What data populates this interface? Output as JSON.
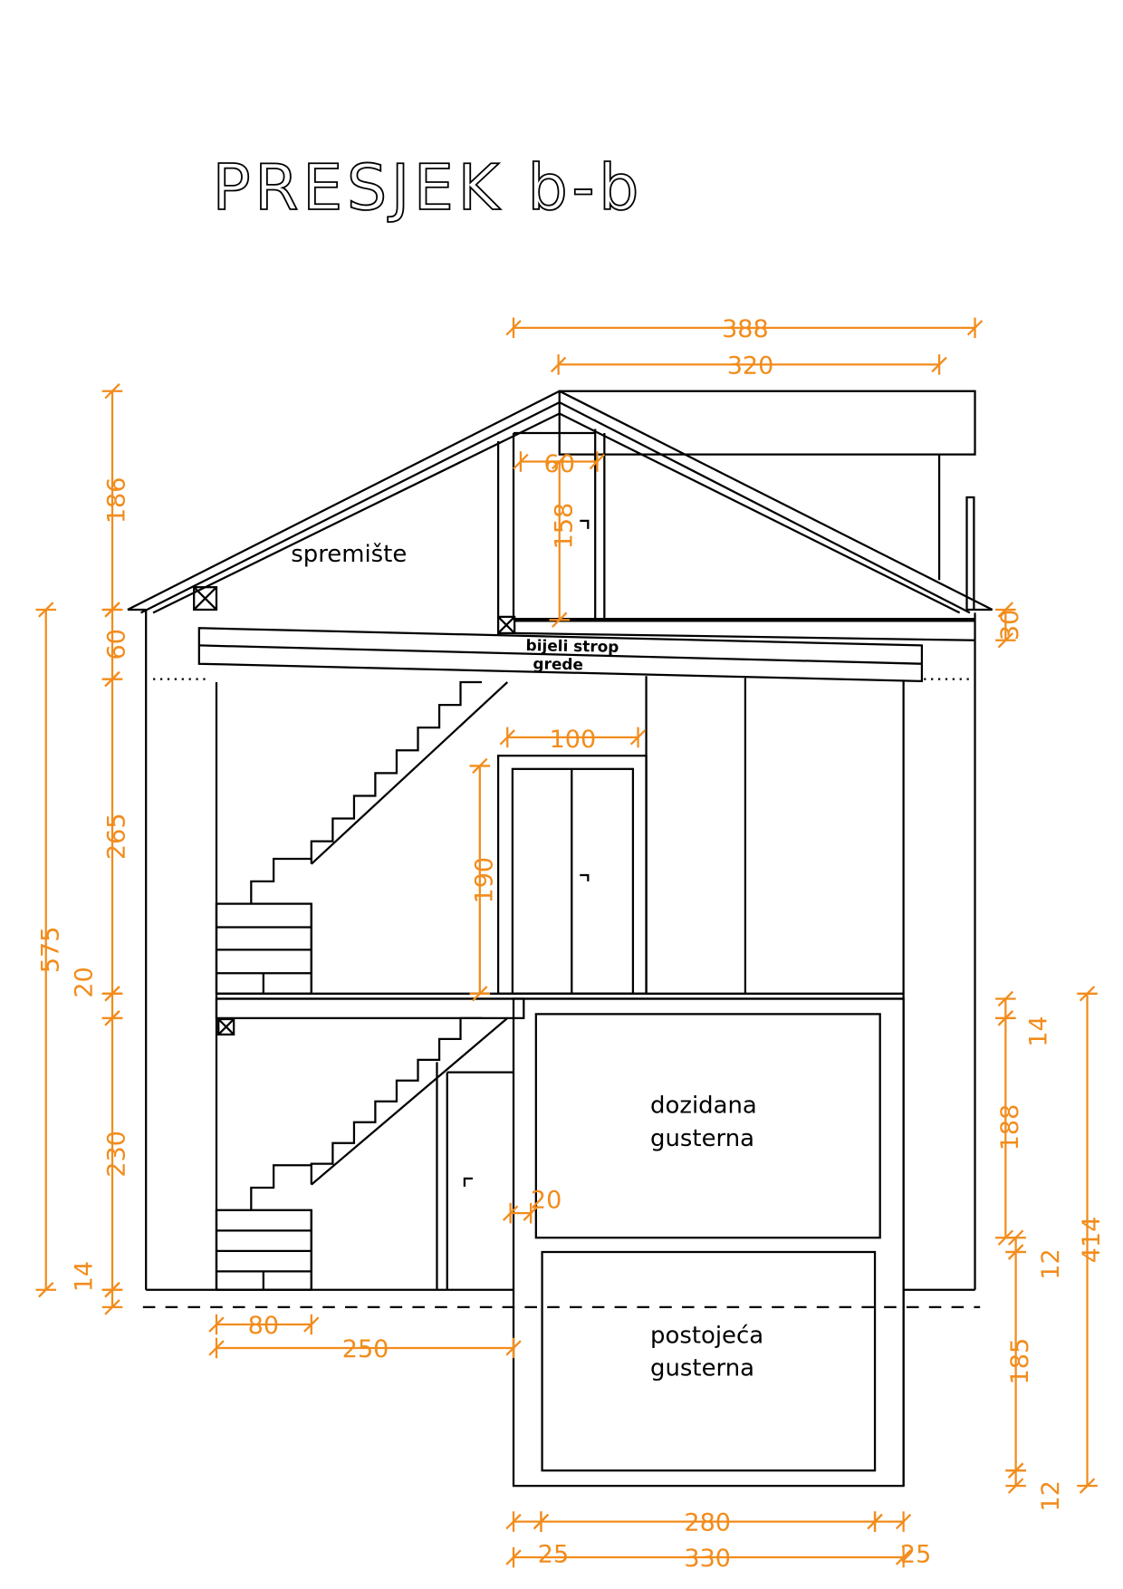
{
  "title": "PRESJEK   b-b",
  "labels": {
    "attic": "spremište",
    "ceiling": "bijeli strop",
    "beams": "grede",
    "cistern_added_1": "dozidana",
    "cistern_added_2": "gusterna",
    "cistern_existing_1": "postojeća",
    "cistern_existing_2": "gusterna"
  },
  "dimensions": {
    "d388": "388",
    "d320": "320",
    "d60a": "60",
    "d158": "158",
    "d30": "30",
    "d100": "100",
    "d190": "190",
    "d20b": "20",
    "d575": "575",
    "d186": "186",
    "d60": "60",
    "d265": "265",
    "d20": "20",
    "d230": "230",
    "d14": "14",
    "d80": "80",
    "d250": "250",
    "d280": "280",
    "d330": "330",
    "d25a": "25",
    "d25b": "25",
    "d14r": "14",
    "d188": "188",
    "d12a": "12",
    "d185": "185",
    "d12b": "12",
    "d414": "414"
  },
  "colors": {
    "dimension": "#f28c1c",
    "linework": "#000000"
  }
}
